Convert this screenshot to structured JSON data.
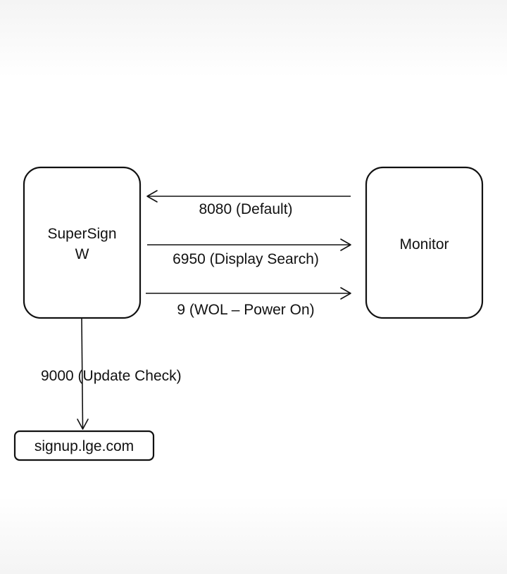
{
  "diagram": {
    "nodes": {
      "supersign": {
        "line1": "SuperSign",
        "line2": "W"
      },
      "monitor": {
        "label": "Monitor"
      },
      "server": {
        "label": "signup.lge.com"
      }
    },
    "edges": {
      "default_port": {
        "label": "8080 (Default)",
        "from": "monitor",
        "to": "supersign"
      },
      "display_search": {
        "label": "6950 (Display Search)",
        "from": "supersign",
        "to": "monitor"
      },
      "wol": {
        "label": "9 (WOL – Power On)",
        "from": "supersign",
        "to": "monitor"
      },
      "update_check": {
        "label": "9000 (Update Check)",
        "from": "supersign",
        "to": "server"
      }
    }
  }
}
